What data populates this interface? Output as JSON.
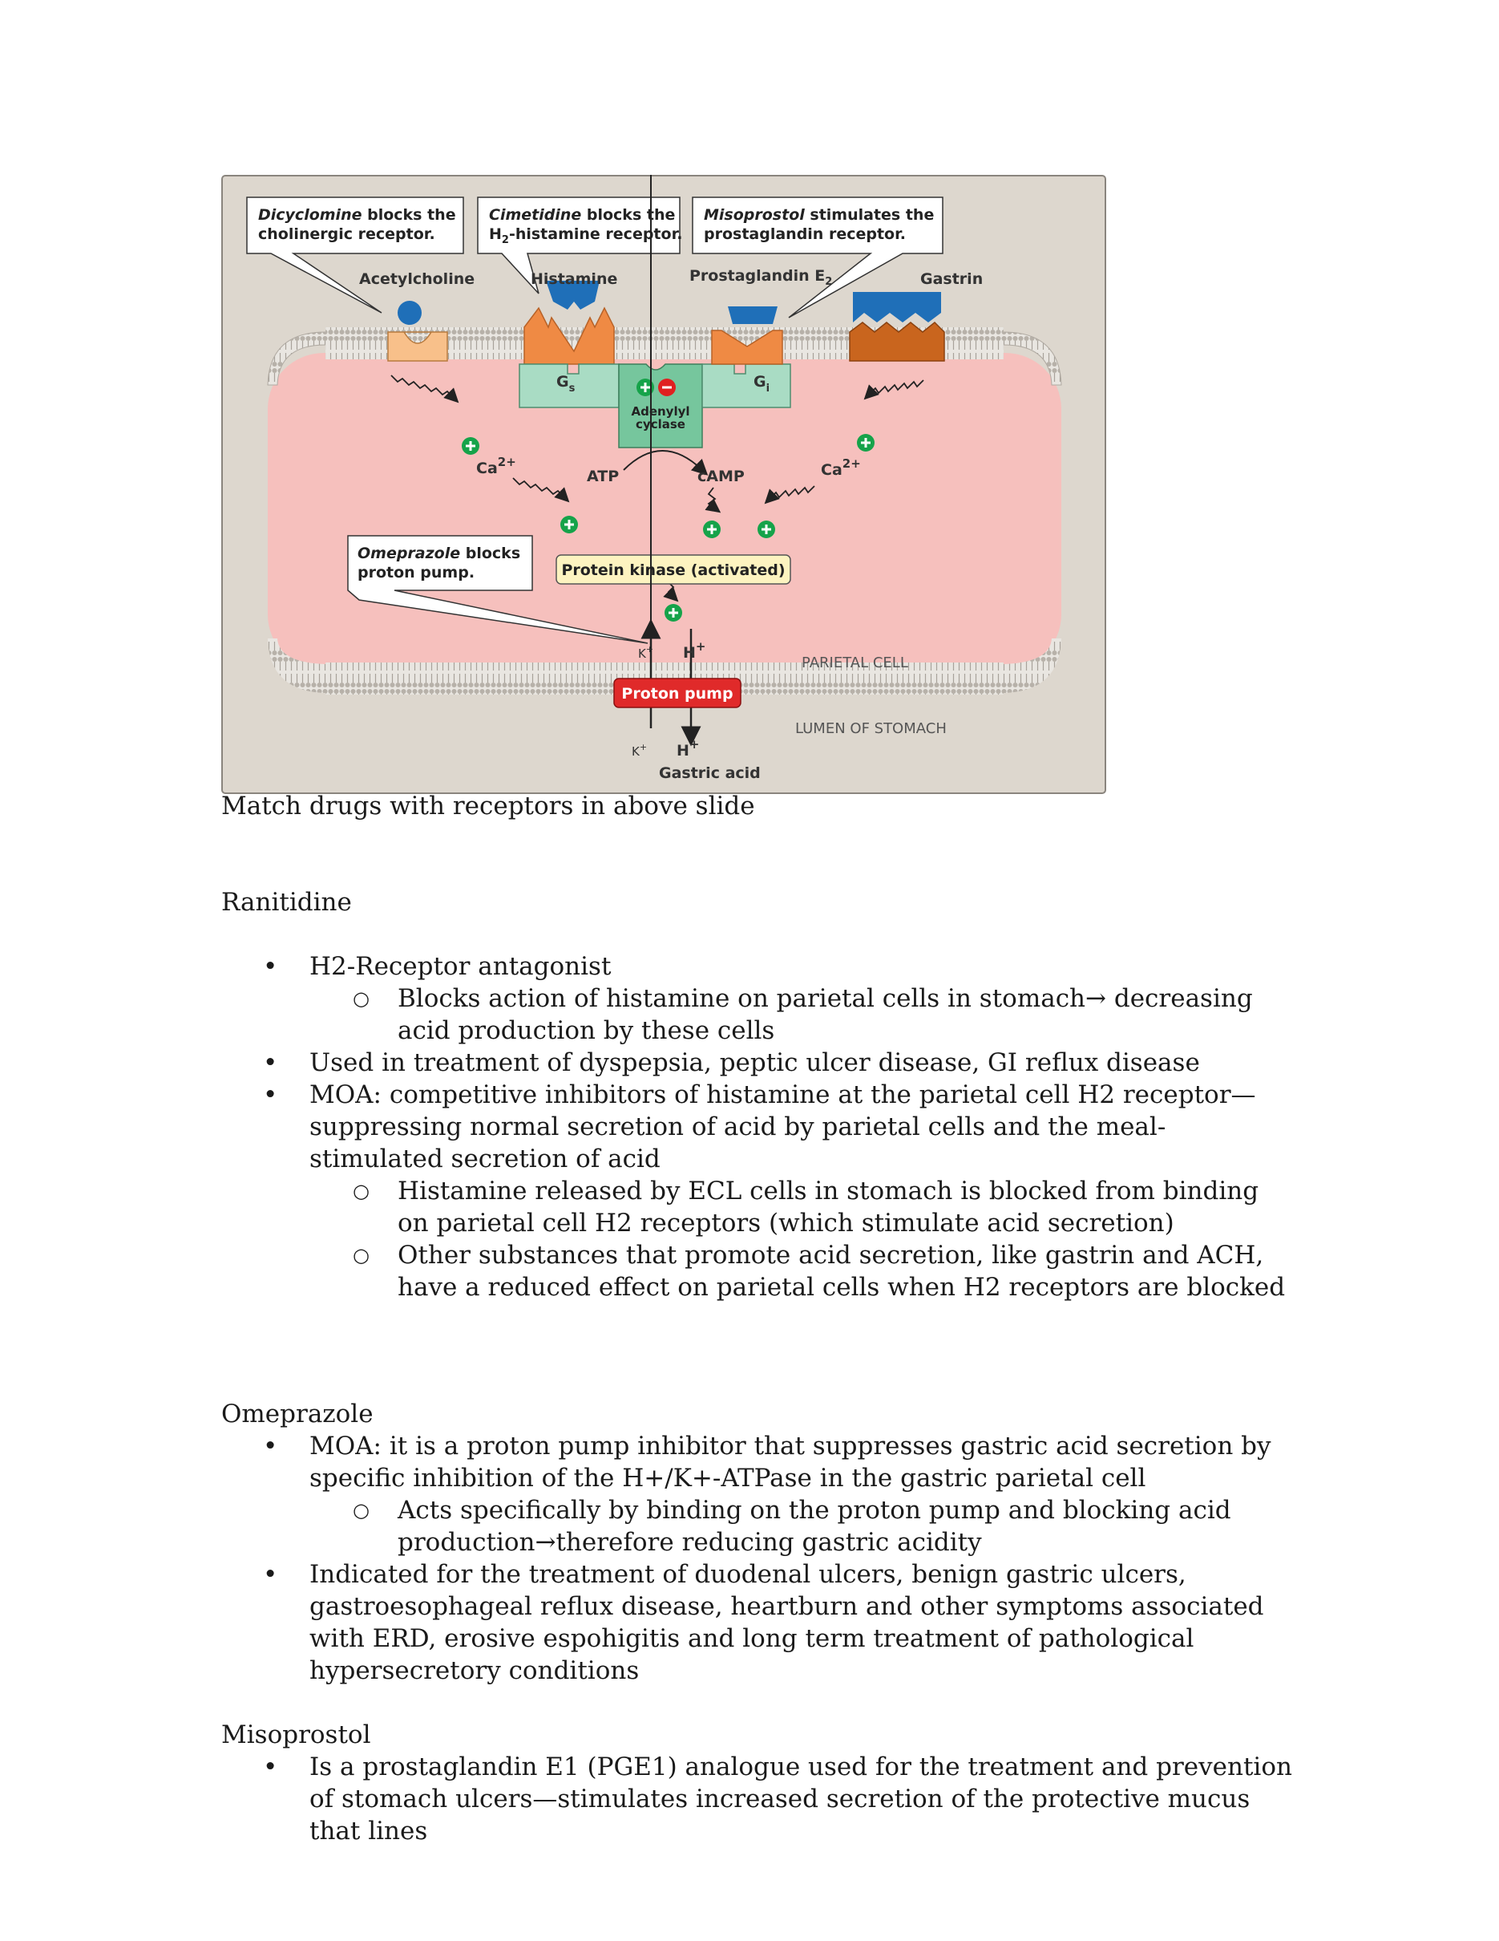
{
  "figure": {
    "callouts": {
      "dicyclomine": {
        "drug": "Dicyclomine",
        "rest1": " blocks the",
        "line2": "cholinergic receptor."
      },
      "cimetidine": {
        "drug": "Cimetidine",
        "rest1": " blocks the",
        "line2a": "H",
        "line2sub": "2",
        "line2b": "-histamine receptor."
      },
      "misoprostol": {
        "drug": "Misoprostol",
        "rest1": " stimulates the",
        "line2": "prostaglandin receptor."
      },
      "omeprazole": {
        "drug": "Omeprazole",
        "rest1": " blocks",
        "line2": "proton pump."
      }
    },
    "labels": {
      "acetylcholine": "Acetylcholine",
      "histamine": "Histamine",
      "prostaglandin": "Prostaglandin E",
      "prostaglandin_sub": "2",
      "gastrin": "Gastrin",
      "gs": "G",
      "gs_sub": "s",
      "gi": "G",
      "gi_sub": "i",
      "adenylyl": "Adenylyl",
      "cyclase": "cyclase",
      "atp": "ATP",
      "camp": "cAMP",
      "ca": "Ca",
      "ca_sup": "2+",
      "protein_kinase": "Protein kinase (activated)",
      "k": "K",
      "k_sup": "+",
      "h": "H",
      "h_sup": "+",
      "proton_pump": "Proton pump",
      "parietal_cell": "PARIETAL CELL",
      "lumen": "LUMEN OF STOMACH",
      "gastric_acid": "Gastric acid"
    },
    "colors": {
      "background": "#ddd7ce",
      "cytoplasm": "#f6c0bd",
      "membrane": "#c9c3bb",
      "receptor_orange": "#ef8a44",
      "receptor_dark": "#c9651e",
      "ligand_blue": "#1f6fb8",
      "gprotein": "#a9dcc4",
      "plus_green": "#16a34a",
      "minus_red": "#e02020",
      "pump_red": "#e02a2a",
      "kinase_fill": "#fdf3c0"
    }
  },
  "doc": {
    "intro": "Match drugs with receptors in above slide",
    "ranitidine": {
      "title": "Ranitidine",
      "b1": "H2-Receptor antagonist",
      "b1_s1": "Blocks action of histamine on parietal cells in stomach→ decreasing acid production by these cells",
      "b2": "Used in treatment of dyspepsia, peptic ulcer disease, GI reflux disease",
      "b3": "MOA: competitive inhibitors of histamine at the parietal cell H2 receptor—suppressing normal secretion of acid by parietal cells and the meal-stimulated secretion of acid",
      "b3_s1": "Histamine released by ECL cells in stomach is blocked from binding on parietal cell H2 receptors (which stimulate acid secretion)",
      "b3_s2": "Other substances that promote acid secretion, like gastrin and ACH, have a reduced effect on parietal cells when H2 receptors are blocked"
    },
    "omeprazole": {
      "title": "Omeprazole",
      "b1": "MOA: it is a proton pump inhibitor that suppresses gastric acid secretion by specific inhibition of the H+/K+-ATPase in the gastric parietal cell",
      "b1_s1": "Acts specifically by binding on the proton pump and blocking acid production→therefore reducing gastric acidity",
      "b2": "Indicated for the treatment of duodenal ulcers, benign gastric ulcers, gastroesophageal reflux disease, heartburn and other symptoms associated with ERD, erosive espohigitis and long term treatment of pathological hypersecretory conditions"
    },
    "misoprostol": {
      "title": "Misoprostol",
      "b1": "Is a prostaglandin E1 (PGE1) analogue used for the treatment and prevention of stomach ulcers—stimulates increased secretion of the protective mucus that lines"
    },
    "bullet_l1": "•",
    "bullet_l2": "○"
  }
}
